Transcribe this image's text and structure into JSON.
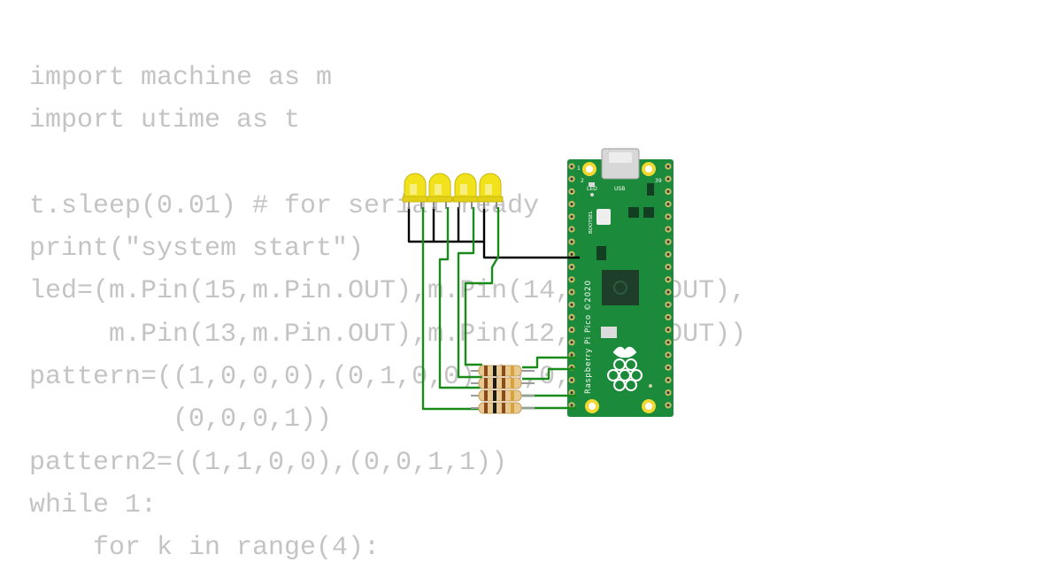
{
  "code_lines": [
    "import machine as m",
    "import utime as t",
    "",
    "t.sleep(0.01) # for serial ready",
    "print(\"system start\")",
    "led=(m.Pin(15,m.Pin.OUT),m.Pin(14,m.Pin.OUT),",
    "     m.Pin(13,m.Pin.OUT),m.Pin(12,m.Pin.OUT))",
    "pattern=((1,0,0,0),(0,1,0,0),(0,0,1,0),",
    "         (0,0,0,1))",
    "pattern2=((1,1,0,0),(0,0,1,1))",
    "while 1:",
    "    for k in range(4):"
  ],
  "board": {
    "name": "Raspberry Pi Pico ©2020",
    "led_label": "LED",
    "usb_label": "USB",
    "bootsel_label": "BOOTSEL",
    "pin1_label": "1",
    "pin2_label": "2",
    "pin39_label": "39"
  },
  "colors": {
    "pcb": "#1b8a3a",
    "led": "#f2e21c",
    "wire_signal": "#1a8a1a",
    "wire_ground": "#000000",
    "code_text": "#c4c4c4"
  },
  "components": {
    "leds": 4,
    "resistors": 4
  }
}
